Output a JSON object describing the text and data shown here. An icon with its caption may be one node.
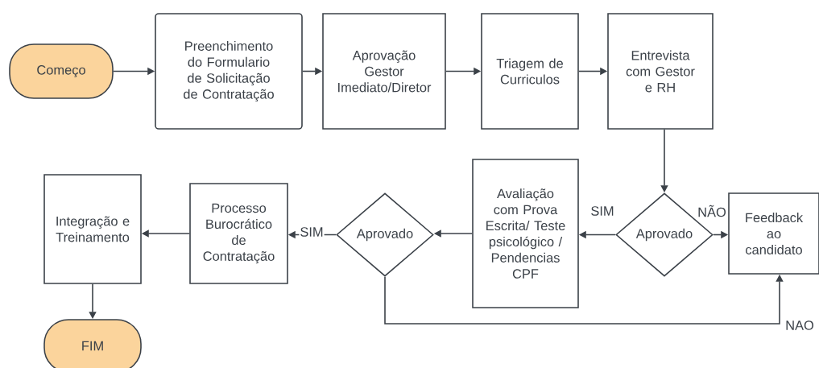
{
  "diagram": {
    "nodes": [
      {
        "text": [
          "Começo"
        ]
      },
      {
        "text": [
          "Preenchimento do Formulario de Solicitação de Contratação"
        ]
      },
      {
        "text": [
          "Aprovação Gestor Imediato/Diretor"
        ]
      },
      {
        "text": [
          "Triagem de Curriculos"
        ]
      },
      {
        "text": [
          "Entrevista com Gestor e RH"
        ]
      },
      {
        "text": [
          "Feedback ao candidato"
        ]
      },
      {
        "text": [
          "Aprovado"
        ]
      },
      {
        "text": [
          "Avaliação com Prova Escrita/ Teste psicológico / Pendencias CPF"
        ]
      },
      {
        "text": [
          "Aprovado"
        ]
      },
      {
        "text": [
          "Processo Burocrático de Contratação"
        ]
      },
      {
        "text": [
          "Integração e Treinamento"
        ]
      },
      {
        "text": [
          "FIM"
        ]
      }
    ],
    "edges": [
      {
        "from": 0,
        "to": 1,
        "arrow": "to"
      },
      {
        "from": 1,
        "to": 2,
        "arrow": "to"
      },
      {
        "from": 2,
        "to": 3,
        "arrow": "to"
      },
      {
        "from": 3,
        "to": 4,
        "arrow": "to"
      },
      {
        "from": 4,
        "to": 6,
        "arrow": "to"
      },
      {
        "from": 6,
        "to": 5,
        "arrow": "to",
        "label": "NÃO"
      },
      {
        "from": 6,
        "to": 7,
        "arrow": "to",
        "label": "SIM"
      },
      {
        "from": 7,
        "to": 8,
        "arrow": "to"
      },
      {
        "from": 8,
        "to": 9,
        "arrow": "to",
        "label": "SIM"
      },
      {
        "from": 8,
        "to": 5,
        "arrow": "to",
        "label": "NAO"
      },
      {
        "from": 9,
        "to": 10,
        "arrow": "to"
      },
      {
        "from": 10,
        "to": 11,
        "arrow": "to"
      }
    ]
  }
}
